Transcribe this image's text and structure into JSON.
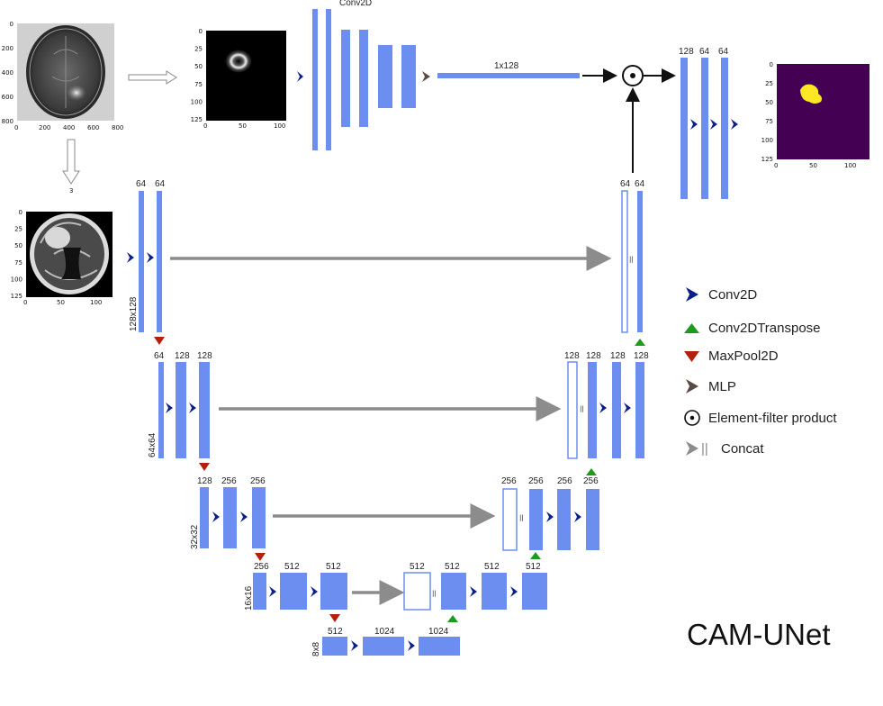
{
  "colors": {
    "block": "#6c8ef0",
    "conv_arrow": "#0b1f8a",
    "transpose_arrow": "#1e9a1e",
    "maxpool_arrow": "#b3200e",
    "mlp_arrow": "#5a4a44",
    "concat_arrow": "#8c8c8c",
    "heatmap_bg": "#440154",
    "heatmap_fg": "#fde725"
  },
  "cam_branch": {
    "conv2d_label": "Conv2D",
    "vector_label": "1x128",
    "out_channels": [
      "128",
      "64",
      "64"
    ],
    "input_plot": {
      "xticks": [
        "0",
        "200",
        "400",
        "600",
        "800"
      ],
      "yticks": [
        "0",
        "200",
        "400",
        "600",
        "800"
      ]
    },
    "cam_plot": {
      "xticks": [
        "0",
        "50",
        "100"
      ],
      "yticks": [
        "0",
        "25",
        "50",
        "75",
        "100",
        "125"
      ]
    },
    "output_plot": {
      "xticks": [
        "0",
        "50",
        "100"
      ],
      "yticks": [
        "0",
        "25",
        "50",
        "75",
        "100",
        "125"
      ]
    },
    "resize_label": "3"
  },
  "unet": {
    "input_plot": {
      "xticks": [
        "0",
        "50",
        "100"
      ],
      "yticks": [
        "0",
        "25",
        "50",
        "75",
        "100",
        "125"
      ]
    },
    "enc1": {
      "channels": [
        "64",
        "64"
      ],
      "size": "128x128"
    },
    "enc2": {
      "channels": [
        "64",
        "128",
        "128"
      ],
      "size": "64x64"
    },
    "enc3": {
      "channels": [
        "128",
        "256",
        "256"
      ],
      "size": "32x32"
    },
    "enc4": {
      "channels": [
        "256",
        "512",
        "512"
      ],
      "size": "16x16"
    },
    "bottleneck": {
      "channels": [
        "512",
        "1024",
        "1024"
      ],
      "size": "8x8"
    },
    "dec4": {
      "channels": [
        "512",
        "512",
        "512",
        "512"
      ]
    },
    "dec3": {
      "channels": [
        "256",
        "256",
        "256",
        "256"
      ]
    },
    "dec2": {
      "channels": [
        "128",
        "128",
        "128",
        "128"
      ]
    },
    "dec1": {
      "channels": [
        "64",
        "64"
      ]
    },
    "concat_symbol": "||"
  },
  "legend": {
    "items": [
      {
        "label": "Conv2D",
        "icon": "conv2d-arrow-icon"
      },
      {
        "label": "Conv2DTranspose",
        "icon": "transpose-arrow-icon"
      },
      {
        "label": "MaxPool2D",
        "icon": "maxpool-arrow-icon"
      },
      {
        "label": "MLP",
        "icon": "mlp-arrow-icon"
      },
      {
        "label": "Element-filter product",
        "icon": "circle-dot-icon"
      },
      {
        "label": "Concat",
        "icon": "concat-arrow-icon"
      }
    ],
    "concat_symbol": "||"
  },
  "title": "CAM-UNet"
}
